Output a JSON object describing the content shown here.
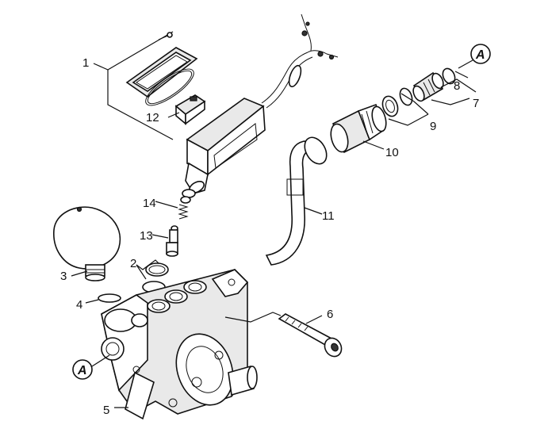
{
  "callouts": [
    {
      "id": "c1",
      "text": "1"
    },
    {
      "id": "c2",
      "text": "2"
    },
    {
      "id": "c3",
      "text": "3"
    },
    {
      "id": "c4",
      "text": "4"
    },
    {
      "id": "c5",
      "text": "5"
    },
    {
      "id": "c6",
      "text": "6"
    },
    {
      "id": "c7",
      "text": "7"
    },
    {
      "id": "c8",
      "text": "8"
    },
    {
      "id": "c9",
      "text": "9"
    },
    {
      "id": "c10",
      "text": "10"
    },
    {
      "id": "c11",
      "text": "11"
    },
    {
      "id": "c12",
      "text": "12"
    },
    {
      "id": "c13",
      "text": "13"
    },
    {
      "id": "c14",
      "text": "14"
    }
  ],
  "connectors": {
    "top_right": "A",
    "left": "A"
  }
}
